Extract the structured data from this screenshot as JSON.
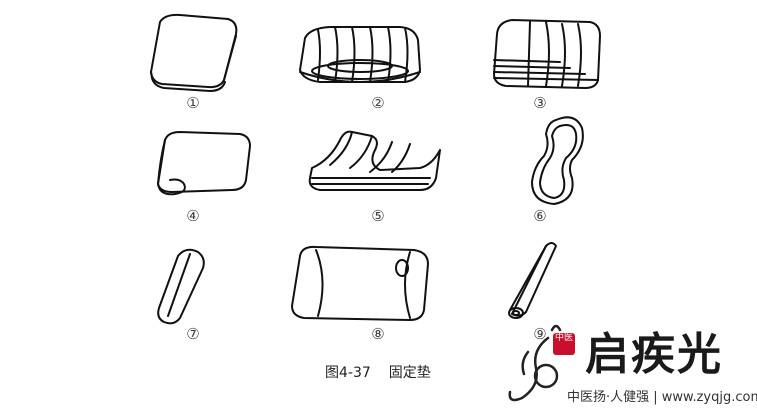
{
  "figure": {
    "labels": [
      "①",
      "②",
      "③",
      "④",
      "⑤",
      "⑥",
      "⑦",
      "⑧",
      "⑨"
    ],
    "caption_number": "图4-37",
    "caption_title": "固定垫"
  },
  "watermark": {
    "title": "启疾光",
    "tag": "中医",
    "subtitle": "中医扬·人健强 | www.zyqjg.com"
  }
}
